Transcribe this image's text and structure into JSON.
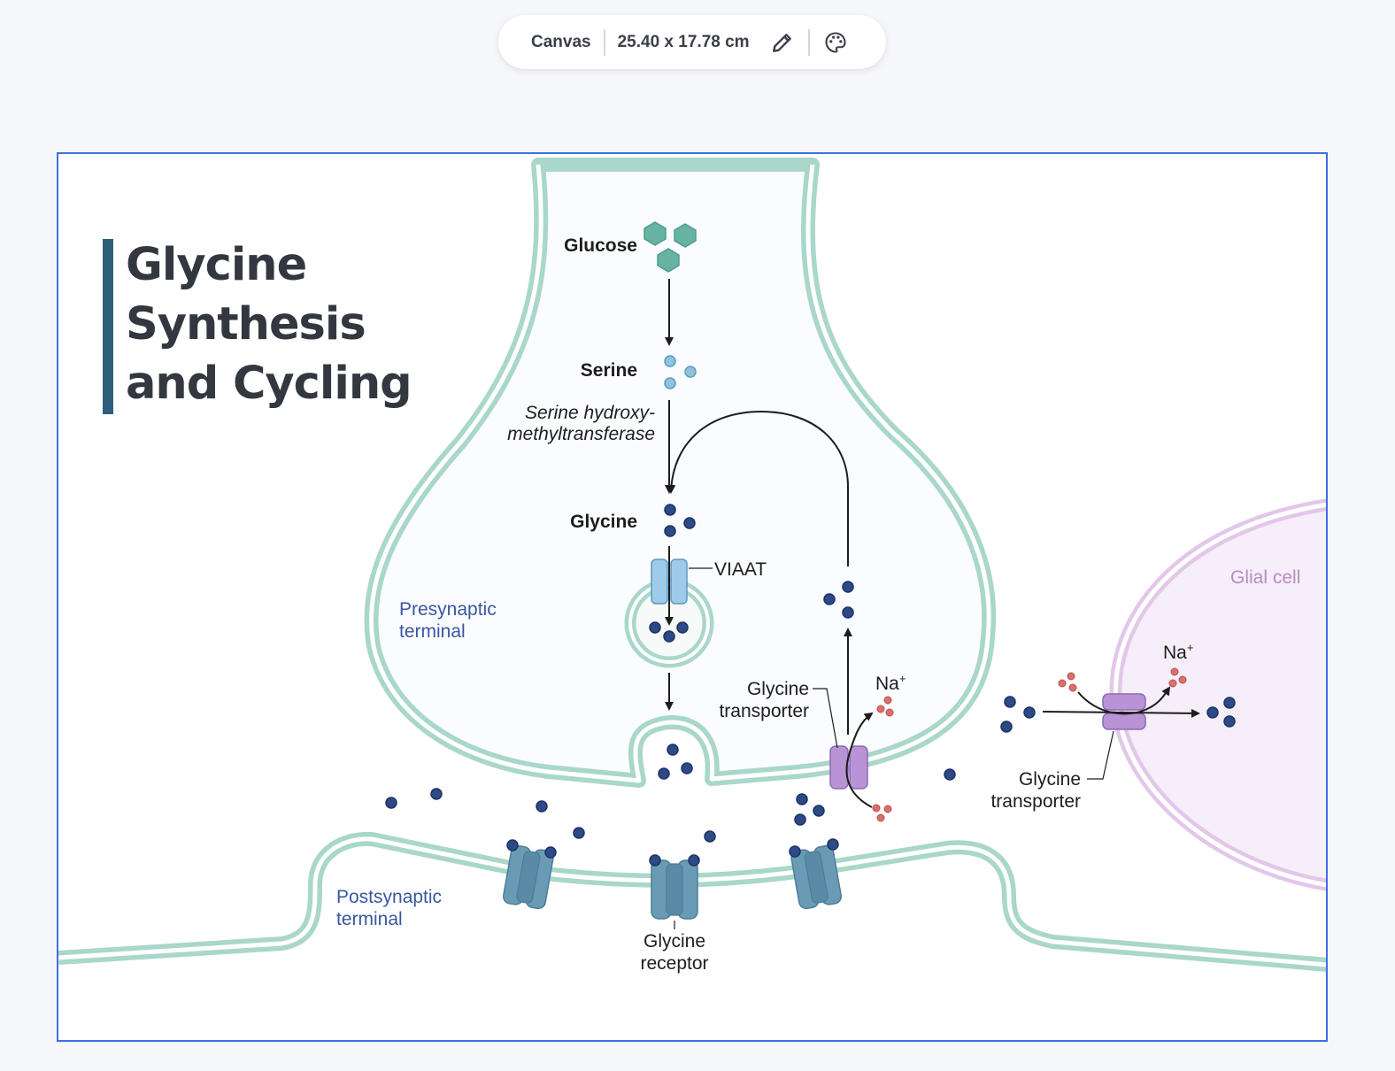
{
  "toolbar": {
    "canvas_label": "Canvas",
    "canvas_size": "25.40 x 17.78 cm",
    "edit_icon": "pencil-icon",
    "theme_icon": "palette-icon"
  },
  "diagram": {
    "title_lines": [
      "Glycine",
      "Synthesis",
      "and Cycling"
    ],
    "labels": {
      "glucose": "Glucose",
      "serine": "Serine",
      "enzyme_line1": "Serine hydroxy-",
      "enzyme_line2": "methyltransferase",
      "glycine": "Glycine",
      "viaat": "VIAAT",
      "presynaptic_line1": "Presynaptic",
      "presynaptic_line2": "terminal",
      "postsynaptic_line1": "Postsynaptic",
      "postsynaptic_line2": "terminal",
      "receptor_line1": "Glycine",
      "receptor_line2": "receptor",
      "transporter_line1": "Glycine",
      "transporter_line2": "transporter",
      "glial_transporter_line1": "Glycine",
      "glial_transporter_line2": "transporter",
      "glial_cell": "Glial cell",
      "na_ion": "Na",
      "na_ion_glial": "Na",
      "na_charge": "+"
    },
    "colors": {
      "membrane": "#a9d7c9",
      "glycine": "#2d4a86",
      "serine": "#8dc3de",
      "glucose": "#66b3a3",
      "sodium": "#d9706c",
      "receptor": "#6a9bb5",
      "transporter": "#b894d6",
      "glial": "#dcb8e3",
      "label_blue": "#3a57a0"
    }
  }
}
